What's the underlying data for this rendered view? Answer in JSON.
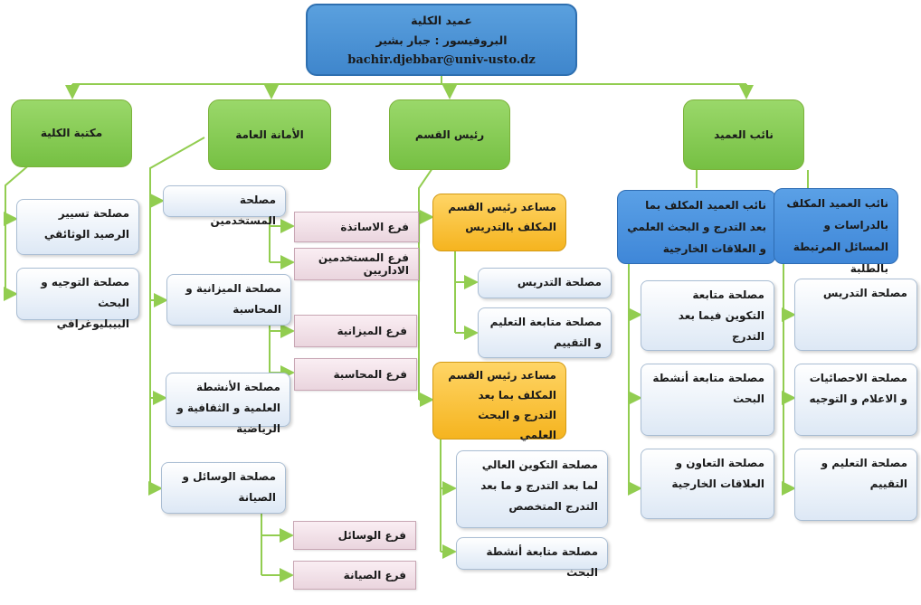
{
  "dean": {
    "title": "عميد الكلية",
    "name": "البروفيسور : جبار بشير",
    "email": "bachir.djebbar@univ-usto.dz"
  },
  "units": {
    "library": "مكتبة الكلية",
    "secretariat": "الأمانة العامة",
    "dept_head": "رئيس القسم",
    "vice_dean": "نائب العميد"
  },
  "library_services": {
    "documentary_fund": "مصلحة تسيير الرصيد الوثائقي",
    "orientation": "مصلحة التوجيه و البحث البيبليوغرافي"
  },
  "secretariat_services": {
    "staff": "مصلحة المستخدمين",
    "teachers_branch": "فرع الاساتذة",
    "admin_staff_branch": "فرع المستخدمين الاداريين",
    "budget": "مصلحة الميزانية و المحاسبة",
    "budget_branch": "فرع الميزانية",
    "accounting_branch": "فرع المحاسبة",
    "activities": "مصلحة الأنشطة العلمية و الثقافية و الرياضية",
    "maintenance": "مصلحة الوسائل و الصيانة",
    "means_branch": "فرع الوسائل",
    "maintenance_branch": "فرع الصيانة"
  },
  "dept_head_services": {
    "teaching_assistant": "مساعد رئيس القسم المكلف بالتدريس",
    "teaching": "مصلحة التدريس",
    "teaching_followup": "مصلحة متابعة التعليم و التقييم",
    "postgrad_assistant": "مساعد رئيس القسم المكلف بما بعد التدرج و البحث العلمي",
    "postgrad_training": "مصلحة التكوين العالي لما بعد التدرج و ما بعد التدرج المتخصص",
    "research_followup": "مصلحة متابعة أنشطة البحث"
  },
  "vice_dean_services": {
    "vd_postgrad": "نائب العميد المكلف بما بعد التدرج و البحث العلمي و العلاقات الخارجية",
    "vd_studies": "نائب العميد المكلف بالدراسات و المسائل المرتبطة بالطلبة",
    "postgrad_followup": "مصلحة متابعة التكوين فيما بعد التدرج",
    "research_activities": "مصلحة متابعة أنشطة البحث",
    "cooperation": "مصلحة التعاون و العلاقات الخارجية",
    "teaching": "مصلحة التدريس",
    "statistics": "مصلحة الاحصائيات و الاعلام و التوجيه",
    "evaluation": "مصلحة التعليم و التقييم"
  },
  "colors": {
    "root": "#4a92d6",
    "unit": "#8ccf5a",
    "vice": "#4a8fdc",
    "assistant": "#f7c233",
    "service": "#e6eef8",
    "branch": "#f1e0e8",
    "connector": "#9bd15a"
  }
}
